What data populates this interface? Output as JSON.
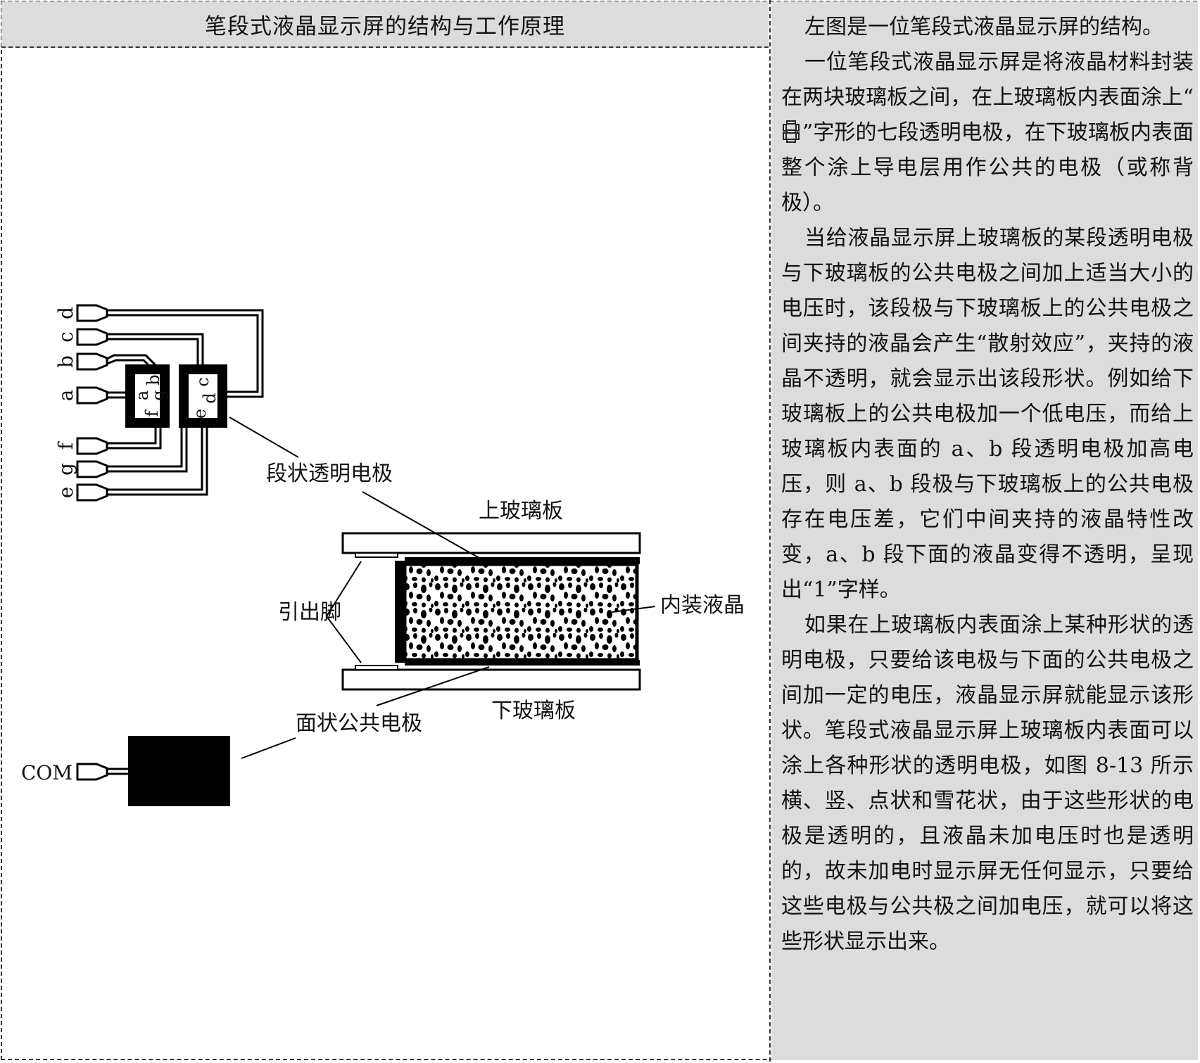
{
  "title": "笔段式液晶显示屏的结构与工作原理",
  "diagram": {
    "pin_labels_top": [
      "d",
      "c",
      "b",
      "a"
    ],
    "pin_labels_bottom": [
      "f",
      "g",
      "e"
    ],
    "digit1_segments": [
      "a",
      "b",
      "g",
      "f"
    ],
    "digit2_segments": [
      "c",
      "d",
      "e"
    ],
    "label_segment_electrode": "段状透明电极",
    "label_upper_glass": "上玻璃板",
    "label_pins": "引出脚",
    "label_liquid_crystal": "内装液晶",
    "label_common_electrode": "面状公共电极",
    "label_lower_glass": "下玻璃板",
    "label_com": "COM"
  },
  "paragraphs": [
    "左图是一位笔段式液晶显示屏的结构。",
    "一位笔段式液晶显示屏是将液晶材料封装在两块玻璃板之间，在上玻璃板内表面涂上“",
    "”字形的七段透明电极，在下玻璃板内表面整个涂上导电层用作公共的电极（或称背极）。",
    "当给液晶显示屏上玻璃板的某段透明电极与下玻璃板的公共电极之间加上适当大小的电压时，该段极与下玻璃板上的公共电极之间夹持的液晶会产生“散射效应”，夹持的液晶不透明，就会显示出该段形状。例如给下玻璃板上的公共电极加一个低电压，而给上玻璃板内表面的 a、b 段透明电极加高电压，则 a、b 段极与下玻璃板上的公共电极存在电压差，它们中间夹持的液晶特性改变，a、b 段下面的液晶变得不透明，呈现出“1”字样。",
    "如果在上玻璃板内表面涂上某种形状的透明电极，只要给该电极与下面的公共电极之间加一定的电压，液晶显示屏就能显示该形状。笔段式液晶显示屏上玻璃板内表面可以涂上各种形状的透明电极，如图 8-13 所示横、竖、点状和雪花状，由于这些形状的电极是透明的，且液晶未加电压时也是透明的，故未加电时显示屏无任何显示，只要给这些电极与公共极之间加电压，就可以将这些形状显示出来。"
  ]
}
